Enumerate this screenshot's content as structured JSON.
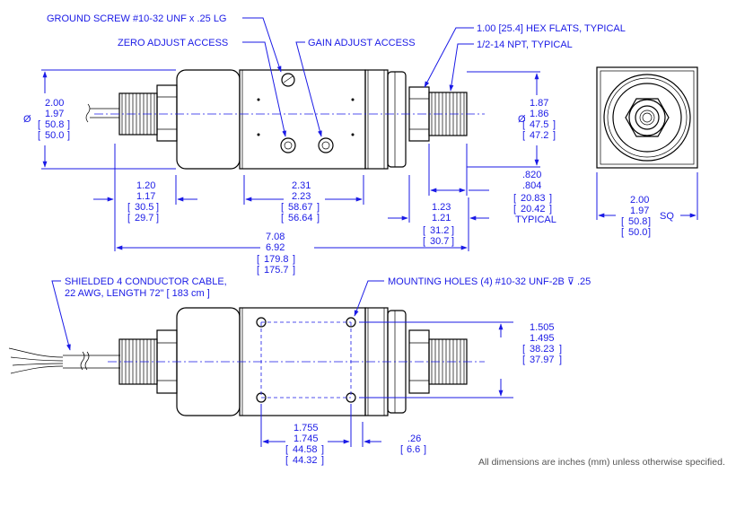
{
  "callouts": {
    "ground_screw": "GROUND SCREW #10-32 UNF x .25 LG",
    "zero_adjust": "ZERO ADJUST ACCESS",
    "gain_adjust": "GAIN ADJUST ACCESS",
    "hex_flats": "1.00 [25.4] HEX FLATS, TYPICAL",
    "npt": "1/2-14 NPT, TYPICAL",
    "cable_line1": "SHIELDED 4 CONDUCTOR CABLE,",
    "cable_line2": "22 AWG, LENGTH 72\" [ 183 cm ]",
    "mounting_holes": "MOUNTING HOLES (4) #10-32 UNF-2B ⊽ .25"
  },
  "dims": {
    "dia_left": {
      "symbol": "Ø",
      "max": "2.00",
      "min": "1.97",
      "mm_max": "50.8",
      "mm_min": "50.0"
    },
    "dia_right": {
      "symbol": "Ø",
      "max": "1.87",
      "min": "1.86",
      "mm_max": "47.5",
      "mm_min": "47.2"
    },
    "left_fitting": {
      "max": "1.20",
      "min": "1.17",
      "mm_max": "30.5",
      "mm_min": "29.7"
    },
    "adjust_span": {
      "max": "2.31",
      "min": "2.23",
      "mm_max": "58.67",
      "mm_min": "56.64"
    },
    "right_fitting": {
      "max": "1.23",
      "min": "1.21",
      "mm_max": "31.2",
      "mm_min": "30.7"
    },
    "hex_width": {
      "max": ".820",
      "min": ".804",
      "mm_max": "20.83",
      "mm_min": "20.42",
      "note": "TYPICAL"
    },
    "overall": {
      "max": "7.08",
      "min": "6.92",
      "mm_max": "179.8",
      "mm_min": "175.7"
    },
    "square": {
      "max": "2.00",
      "min": "1.97",
      "mm_max": "50.8",
      "mm_min": "50.0",
      "note": "SQ"
    },
    "hole_height": {
      "max": "1.505",
      "min": "1.495",
      "mm_max": "38.23",
      "mm_min": "37.97"
    },
    "hole_spacing": {
      "max": "1.755",
      "min": "1.745",
      "mm_max": "44.58",
      "mm_min": "44.32"
    },
    "hole_offset": {
      "val": ".26",
      "mm": "6.6"
    }
  },
  "footnote": "All dimensions are inches (mm) unless otherwise specified.",
  "colors": {
    "dimension": "#1a1ae6",
    "outline": "#000000",
    "note": "#555555"
  }
}
